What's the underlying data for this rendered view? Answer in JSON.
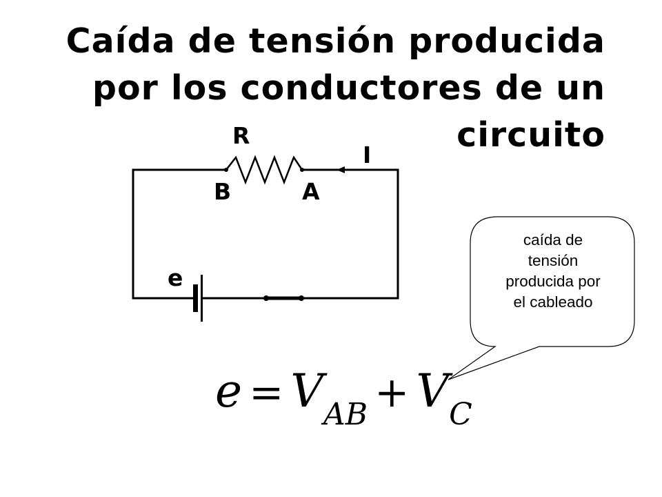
{
  "title": {
    "line1": "Caída de tensión producida",
    "line2": "por los conductores de un",
    "line3": "circuito"
  },
  "diagram": {
    "labels": {
      "resistor": "R",
      "current": "I",
      "node_b": "B",
      "node_a": "A",
      "source": "e"
    },
    "callout": {
      "line1": "caída de",
      "line2": "tensión",
      "line3": "producida por",
      "line4": "el cableado"
    },
    "formula": {
      "lhs": "e",
      "equals": "=",
      "v1": "V",
      "v1_sub": "AB",
      "plus": "+",
      "v2": "V",
      "v2_sub": "C"
    }
  }
}
